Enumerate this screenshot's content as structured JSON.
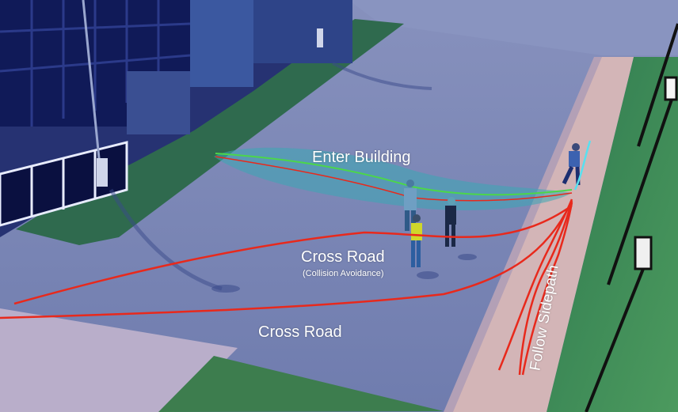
{
  "labels": {
    "enter_building": "Enter Building",
    "cross_road_1": "Cross Road",
    "collision_avoidance": "(Collision Avoidance)",
    "cross_road_2": "Cross Road",
    "follow_sidepath": "Follow Sidepath"
  },
  "colors": {
    "road": "#7d8ab8",
    "sidewalk": "#d2b4b6",
    "grass": "#3f8a5a",
    "building": "#26306e",
    "building_glass": "#0c1450",
    "path_red": "#e8291c",
    "path_green": "#4cd64a",
    "corridor_teal": "#3aa7b4"
  }
}
